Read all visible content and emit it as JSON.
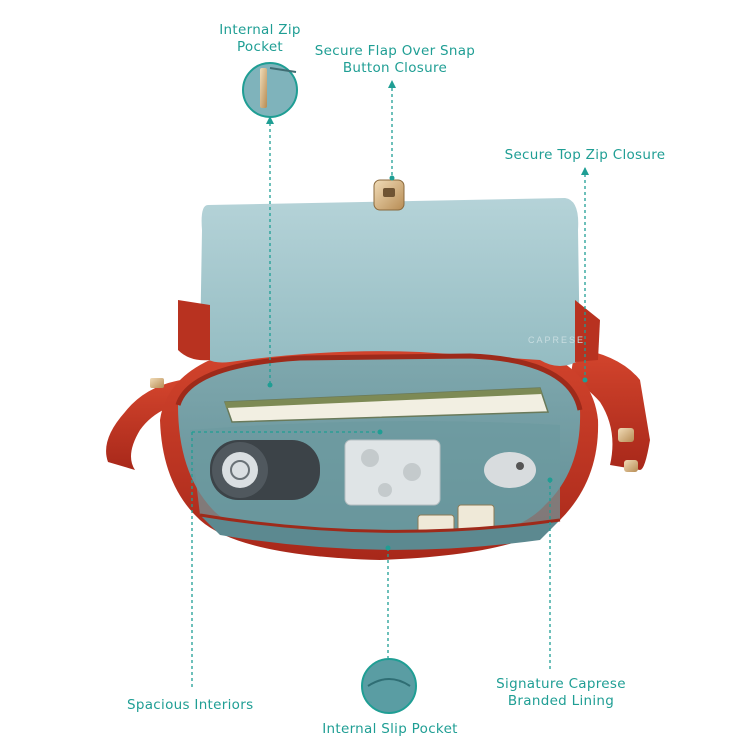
{
  "accent_color": "#1f9e94",
  "bag": {
    "body_color": "#c8351f",
    "lining_color": "#8fb7bd",
    "flap_color": "#a9cbd0",
    "hardware_color": "#c9a06a"
  },
  "lining_print": "CAPRESE",
  "callouts": {
    "internal_zip_pocket": "Internal Zip\nPocket",
    "flap_closure": "Secure Flap Over Snap\nButton Closure",
    "top_zip": "Secure Top Zip Closure",
    "signature_lining": "Signature Caprese\nBranded Lining",
    "slip_pocket": "Internal Slip Pocket",
    "spacious": "Spacious Interiors"
  }
}
